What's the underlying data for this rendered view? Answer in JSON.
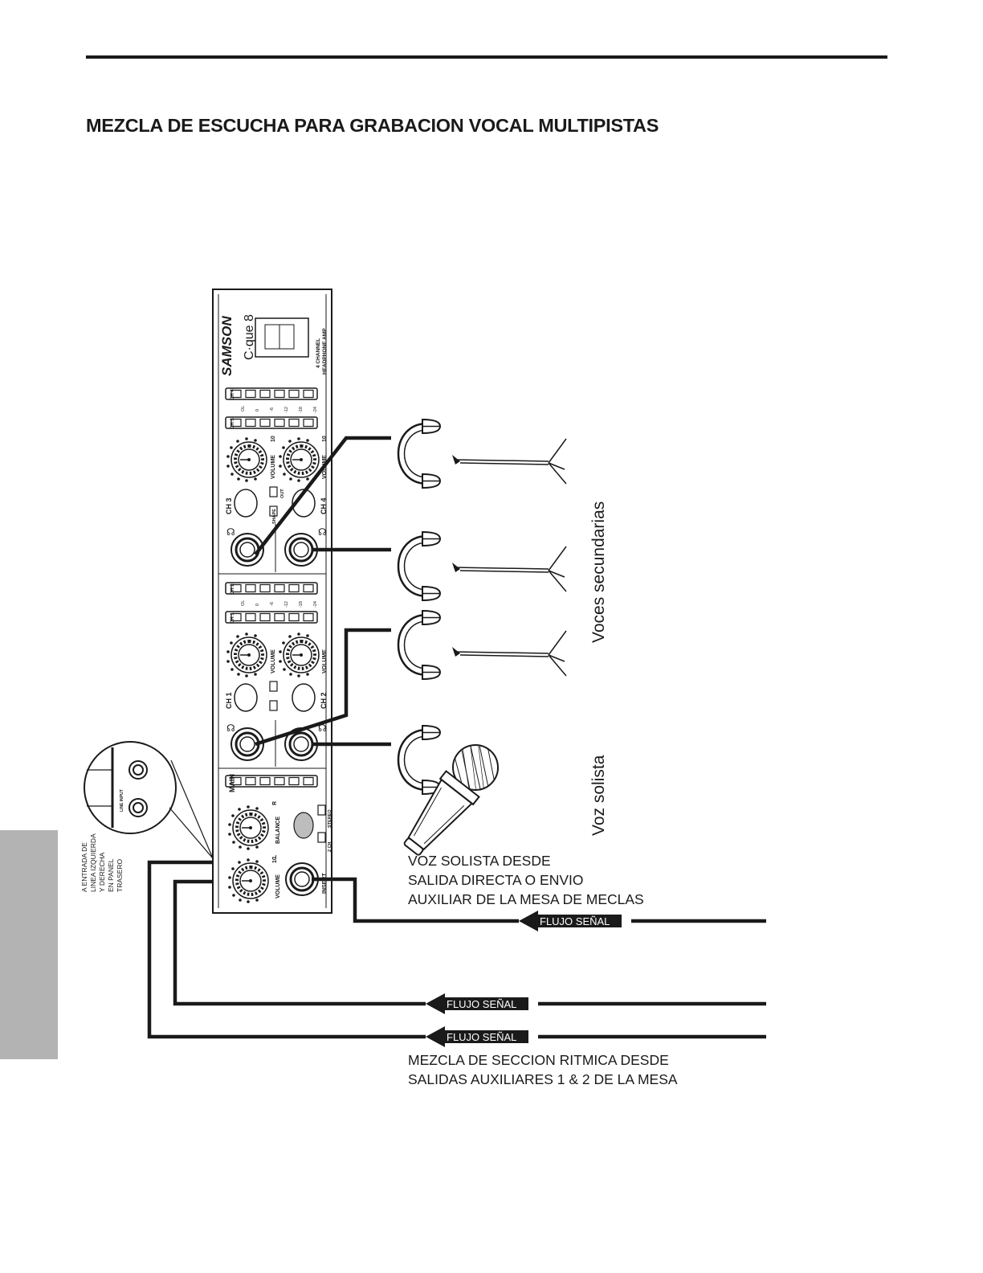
{
  "page": {
    "title": "MEZCLA DE ESCUCHA PARA GRABACION VOCAL MULTIPISTAS"
  },
  "device": {
    "brand": "SAMSON",
    "model": "C·que 8",
    "subtitle_line1": "4 CHANNEL",
    "subtitle_line2": "HEADPHONE AMP",
    "channels": [
      "CH 1",
      "CH 2",
      "CH 3",
      "CH 4"
    ],
    "meter_scale": [
      "OL",
      "0",
      "-6",
      "-12",
      "-18",
      "-24"
    ],
    "volume_label": "VOLUME",
    "shape_label": "SHAPE",
    "out_label": "OUT",
    "main_label": "MAIN",
    "balance_label": "BALANCE",
    "l_label": "L",
    "r_label": "R",
    "insert_label": "INSERT",
    "two_ch_label": "2 CH",
    "stereo_label": "STEREO",
    "knob_min": "0",
    "knob_max": "10"
  },
  "rear_inset": {
    "label": "LINE INPUT",
    "caption": [
      "A ENTRADA DE",
      "LINEA IZQUIERDA",
      "Y DERECHA",
      "EN PANEL",
      "TRASERO"
    ]
  },
  "labels": {
    "backing_vocals": "Voces secundarias",
    "lead_vocal": "Voz solista",
    "lead_source": [
      "VOZ SOLISTA DESDE",
      "SALIDA DIRECTA O ENVIO",
      "AUXILIAR DE LA MESA DE MECLAS"
    ],
    "flow": "FLUJO SEÑAL",
    "rhythm_source": [
      "MEZCLA DE SECCION RITMICA DESDE",
      "SALIDAS AUXILIARES 1 & 2 DE LA MESA"
    ]
  }
}
